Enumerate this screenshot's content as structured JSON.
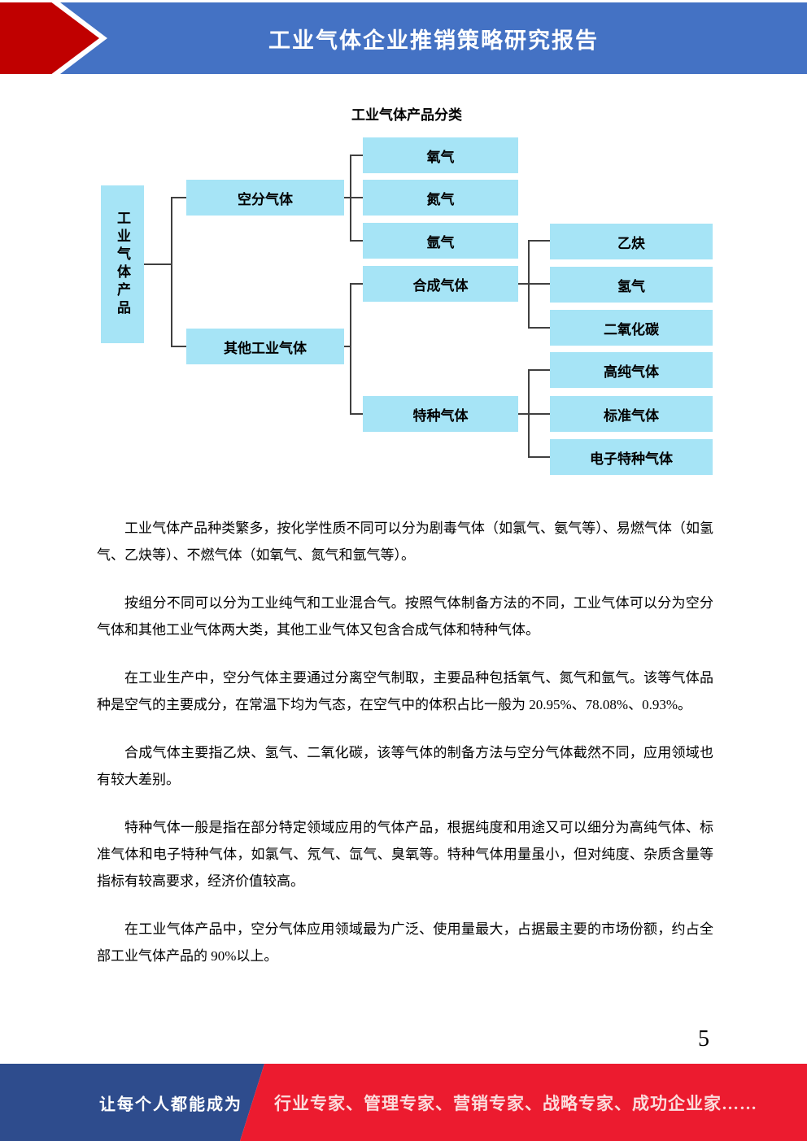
{
  "header": {
    "title": "工业气体企业推销策略研究报告"
  },
  "diagram": {
    "title": "工业气体产品分类",
    "tree": {
      "label": "工业气体产品",
      "children": [
        {
          "label": "空分气体",
          "children": [
            "氧气",
            "氮气",
            "氩气"
          ]
        },
        {
          "label": "其他工业气体",
          "children": [
            {
              "label": "合成气体",
              "children": [
                "乙炔",
                "氢气",
                "二氧化碳"
              ]
            },
            {
              "label": "特种气体",
              "children": [
                "高纯气体",
                "标准气体",
                "电子特种气体"
              ]
            }
          ]
        }
      ]
    }
  },
  "body": {
    "paragraphs": [
      "工业气体产品种类繁多，按化学性质不同可以分为剧毒气体（如氯气、氨气等）、易燃气体（如氢气、乙炔等）、不燃气体（如氧气、氮气和氩气等）。",
      "按组分不同可以分为工业纯气和工业混合气。按照气体制备方法的不同，工业气体可以分为空分气体和其他工业气体两大类，其他工业气体又包含合成气体和特种气体。",
      "在工业生产中，空分气体主要通过分离空气制取，主要品种包括氧气、氮气和氩气。该等气体品种是空气的主要成分，在常温下均为气态，在空气中的体积占比一般为 20.95%、78.08%、0.93%。",
      "合成气体主要指乙炔、氢气、二氧化碳，该等气体的制备方法与空分气体截然不同，应用领域也有较大差别。",
      "特种气体一般是指在部分特定领域应用的气体产品，根据纯度和用途又可以细分为高纯气体、标准气体和电子特种气体，如氯气、氖气、氙气、臭氧等。特种气体用量虽小，但对纯度、杂质含量等指标有较高要求，经济价值较高。",
      "在工业气体产品中，空分气体应用领域最为广泛、使用量最大，占据最主要的市场份额，约占全部工业气体产品的 90%以上。"
    ]
  },
  "page_number": "5",
  "footer": {
    "left_text": "让每个人都能成为",
    "right_text": "行业专家、管理专家、营销专家、战略专家、成功企业家……"
  },
  "colors": {
    "header_blue": "#4472C4",
    "header_red": "#C00000",
    "box_cyan": "#A6E4F6",
    "connector": "#404040",
    "footer_blue": "#2E4C8D",
    "footer_red": "#EC1B2F"
  }
}
